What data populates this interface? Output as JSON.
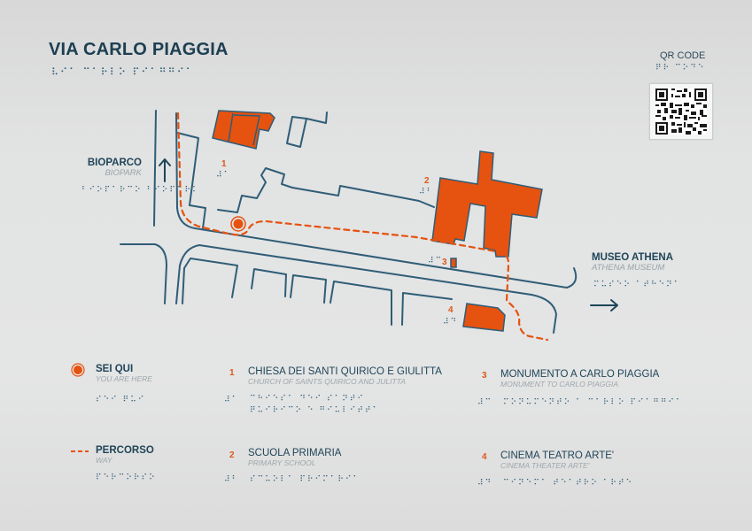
{
  "sign": {
    "title": "VIA CARLO PIAGGIA",
    "title_braille": "⠧⠊⠁ ⠉⠁⠗⠇⠕ ⠏⠊⠁⠛⠛⠊⠁",
    "qr": {
      "label": "QR CODE",
      "braille": "⠟⠗ ⠉⠕⠙⠑"
    }
  },
  "colors": {
    "accent_orange": "#e6520f",
    "line_blue": "#2f5d77",
    "text_dark": "#1d3f52",
    "text_muted": "#9aa3a8",
    "background": "#e2e3e3"
  },
  "map": {
    "destinations": [
      {
        "id": "bioparco",
        "label": "BIOPARCO",
        "sublabel": "BIOPARK",
        "braille": "⠃⠊⠕⠏⠁⠗⠉⠕ ⠃⠊⠕⠏⠁⠗⠅",
        "arrow": "up-arrow"
      },
      {
        "id": "museo-athena",
        "label": "MUSEO ATHENA",
        "sublabel": "ATHENA MUSEUM",
        "braille": "⠍⠥⠎⠑⠕ ⠁⠞⠓⠑⠝⠁",
        "arrow": "right-arrow"
      }
    ],
    "markers": [
      {
        "num": "1",
        "braille": "⠼⠁"
      },
      {
        "num": "2",
        "braille": "⠼⠃"
      },
      {
        "num": "3",
        "braille": "⠼⠉"
      },
      {
        "num": "4",
        "braille": "⠼⠙"
      }
    ],
    "you_are_here_icon": "location-dot-icon"
  },
  "legend": {
    "you_are_here": {
      "label": "SEI QUI",
      "sublabel": "YOU ARE HERE",
      "braille": "⠎⠑⠊ ⠟⠥⠊",
      "icon": "location-dot-icon"
    },
    "route": {
      "label": "PERCORSO",
      "sublabel": "WAY",
      "braille": "⠏⠑⠗⠉⠕⠗⠎⠕",
      "icon": "dashed-line-icon"
    },
    "items": [
      {
        "num": "1",
        "label": "CHIESA DEI SANTI QUIRICO E GIULITTA",
        "sublabel": "CHURCH OF SAINTS QUIRICO AND JULITTA",
        "braille_num": "⠼⠁",
        "braille_line1": "⠉⠓⠊⠑⠎⠁ ⠙⠑⠊ ⠎⠁⠝⠞⠊",
        "braille_line2": "⠟⠥⠊⠗⠊⠉⠕ ⠑ ⠛⠊⠥⠇⠊⠞⠞⠁"
      },
      {
        "num": "2",
        "label": "SCUOLA PRIMARIA",
        "sublabel": "PRIMARY SCHOOL",
        "braille_num": "⠼⠃",
        "braille_line1": "⠎⠉⠥⠕⠇⠁ ⠏⠗⠊⠍⠁⠗⠊⠁"
      },
      {
        "num": "3",
        "label": "MONUMENTO A CARLO PIAGGIA",
        "sublabel": "MONUMENT TO CARLO PIAGGIA",
        "braille_num": "⠼⠉",
        "braille_line1": "⠍⠕⠝⠥⠍⠑⠝⠞⠕ ⠁ ⠉⠁⠗⠇⠕ ⠏⠊⠁⠛⠛⠊⠁"
      },
      {
        "num": "4",
        "label": "CINEMA TEATRO ARTE'",
        "sublabel": "CINEMA THEATER ARTE'",
        "braille_num": "⠼⠙",
        "braille_line1": "⠉⠊⠝⠑⠍⠁ ⠞⠑⠁⠞⠗⠕ ⠁⠗⠞⠑"
      }
    ]
  }
}
